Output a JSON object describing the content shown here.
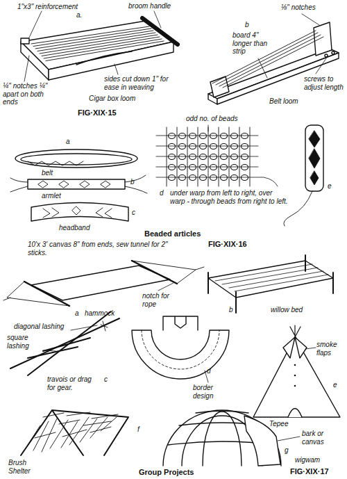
{
  "diagram": {
    "labels": [
      "1\"x3\" reinforcement",
      "a.",
      "broom handle",
      "sides cut down 1\" for ease in weaving",
      "Cigar box loom",
      "¼\" notches ¼\" apart on both ends",
      "FIG·XIX·15",
      "b",
      "⅛\" notches",
      "board 4\" longer than strip",
      "screws to adjust length",
      "Belt loom",
      "a",
      "belt",
      "b",
      "armlet",
      "c",
      "headband",
      "odd no. of beads",
      "d",
      "under warp from left to right, over warp - through beads from right to left.",
      "e",
      "Beaded articles",
      "10'x 3' canvas 8\" from ends, sew tunnel for 2\" sticks.",
      "FIG·XIX·16",
      "a",
      "hammock",
      "notch for rope",
      "b",
      "willow bed",
      "diagonal lashing",
      "square lashing",
      "c",
      "travois or drag for gear.",
      "d",
      "border design",
      "smoke flaps",
      "e",
      "Tepee",
      "bark or canvas",
      "g",
      "wigwam",
      "Brush Shelter",
      "f",
      "Group Projects",
      "FIG·XIX·17"
    ]
  }
}
